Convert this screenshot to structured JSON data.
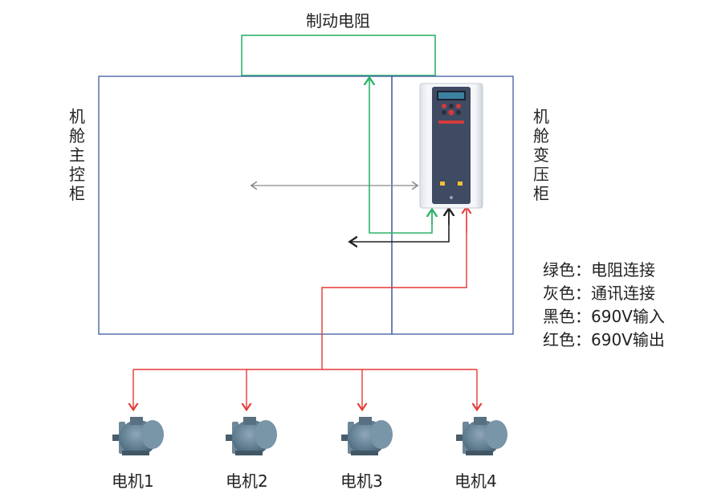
{
  "labels": {
    "brake_resistor": "制动电阻",
    "nacelle_main_cabinet": "机舱主控柜",
    "nacelle_transformer_cabinet": "机舱变压柜"
  },
  "legend": [
    {
      "text": "绿色：电阻连接",
      "color": "#2db36a"
    },
    {
      "text": "灰色：通讯连接",
      "color": "#8a8a8a"
    },
    {
      "text": "黑色：690V输入",
      "color": "#222222"
    },
    {
      "text": "红色：690V输出",
      "color": "#e53935"
    }
  ],
  "motors": [
    {
      "label": "电机1"
    },
    {
      "label": "电机2"
    },
    {
      "label": "电机3"
    },
    {
      "label": "电机4"
    }
  ],
  "colors": {
    "cabinet_border": "#3d5a9e",
    "green": "#2db36a",
    "gray": "#8a8a8a",
    "black": "#222222",
    "red": "#e53935"
  }
}
